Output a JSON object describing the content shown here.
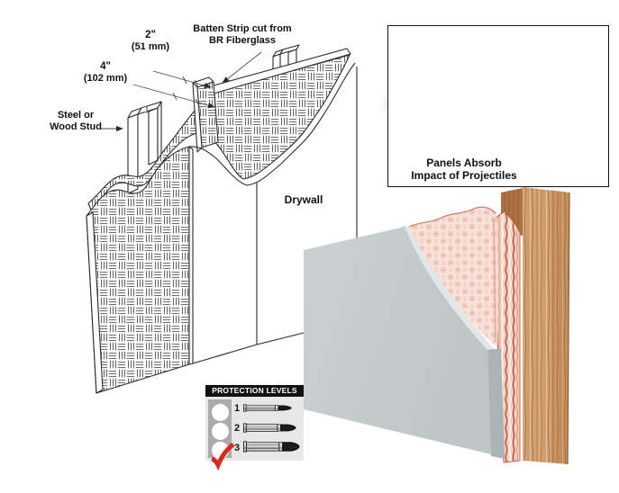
{
  "figure": {
    "description": "Wall assembly diagram of BR Fiberglass ballistic panels over studs with drywall, impact inset and protection level legend"
  },
  "labels": {
    "dim_2in": {
      "value": "2\"",
      "metric": "(51 mm)"
    },
    "dim_4in": {
      "value": "4\"",
      "metric": "(102 mm)"
    },
    "batten_strip": {
      "line1": "Batten Strip cut from",
      "line2": "BR Fiberglass"
    },
    "stud": {
      "line1": "Steel or",
      "line2": "Wood Stud"
    },
    "drywall": "Drywall"
  },
  "inset": {
    "caption_line1": "Panels Absorb",
    "caption_line2": "Impact of Projectiles"
  },
  "legend": {
    "title": "PROTECTION LEVELS",
    "levels": [
      {
        "num": "1",
        "checked": false,
        "icon": "bullet-cartridge-small"
      },
      {
        "num": "2",
        "checked": false,
        "icon": "bullet-cartridge-medium"
      },
      {
        "num": "3",
        "checked": true,
        "icon": "bullet-cartridge-large"
      }
    ],
    "check_color": "#d42b1e"
  },
  "colors": {
    "line_art": "#2b2b2b",
    "drywall_gray": "#c6cbcd",
    "drywall_gray_edge": "#aab4b6",
    "torn_edge_highlight": "#e2e6e7",
    "fiberglass_pink": "#f2cfc3",
    "laminate_red": "#bf5540",
    "wood_tan": "#d3a273",
    "legend_header_bg": "#111111",
    "legend_body_bg": "#e7e7e7",
    "legend_column_bg": "#ababab"
  }
}
